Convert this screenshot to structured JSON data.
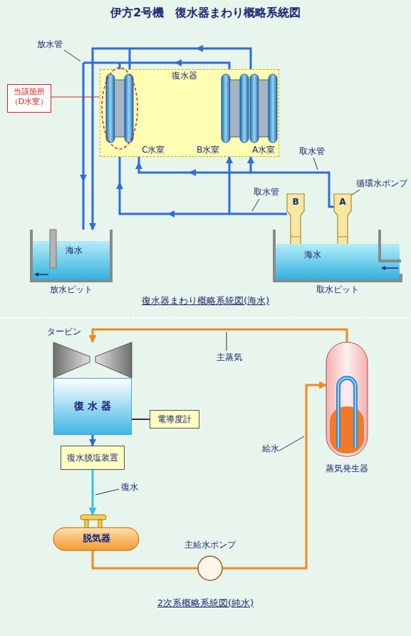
{
  "diagram": {
    "title": "伊方2号機　復水器まわり概略系統図",
    "nodes": [
      {
        "text": [
          "復水器"
        ]
      },
      {
        "text": [
          "当該箇所 （D水室）"
        ]
      },
      {
        "text": [
          "B"
        ]
      },
      {
        "text": [
          "A"
        ]
      },
      {
        "text": [
          "海水",
          "放水ピット"
        ]
      },
      {
        "text": [
          "海水",
          "取水ピット"
        ]
      },
      {
        "text": [
          "タービン"
        ]
      },
      {
        "text": [
          "復 水 器"
        ]
      },
      {
        "text": [
          "電導度計"
        ]
      },
      {
        "text": [
          "復水脱塩装置"
        ]
      },
      {
        "text": [
          "脱気器"
        ]
      },
      {
        "text": [
          "主給水ポンプ"
        ]
      },
      {
        "text": [
          "蒸気発生器"
        ]
      }
    ],
    "edges": [
      {
        "from": 3,
        "to": 0,
        "label": "取水管",
        "arrow": "to"
      },
      {
        "from": 2,
        "to": 0,
        "label": "取水管",
        "arrow": "to"
      },
      {
        "from": 0,
        "to": 4,
        "arrow": "to"
      },
      {
        "from": 1,
        "to": 0,
        "arrow": "none"
      },
      {
        "from": 12,
        "to": 6,
        "label": "主蒸気",
        "arrow": "to"
      },
      {
        "from": 7,
        "to": 8,
        "arrow": "none"
      },
      {
        "from": 7,
        "to": 9,
        "arrow": "to"
      },
      {
        "from": 9,
        "to": 10,
        "label": "復水",
        "arrow": "to"
      },
      {
        "from": 10,
        "to": 11,
        "arrow": "none"
      },
      {
        "from": 11,
        "to": 12,
        "label": "給水",
        "arrow": "to"
      }
    ],
    "labels": [
      "放水管",
      "C水室",
      "B水室",
      "A水室",
      "循環水ポンプ",
      "復水器まわり概略系統図(海水)",
      "2次系概略系統図(純水)"
    ]
  }
}
